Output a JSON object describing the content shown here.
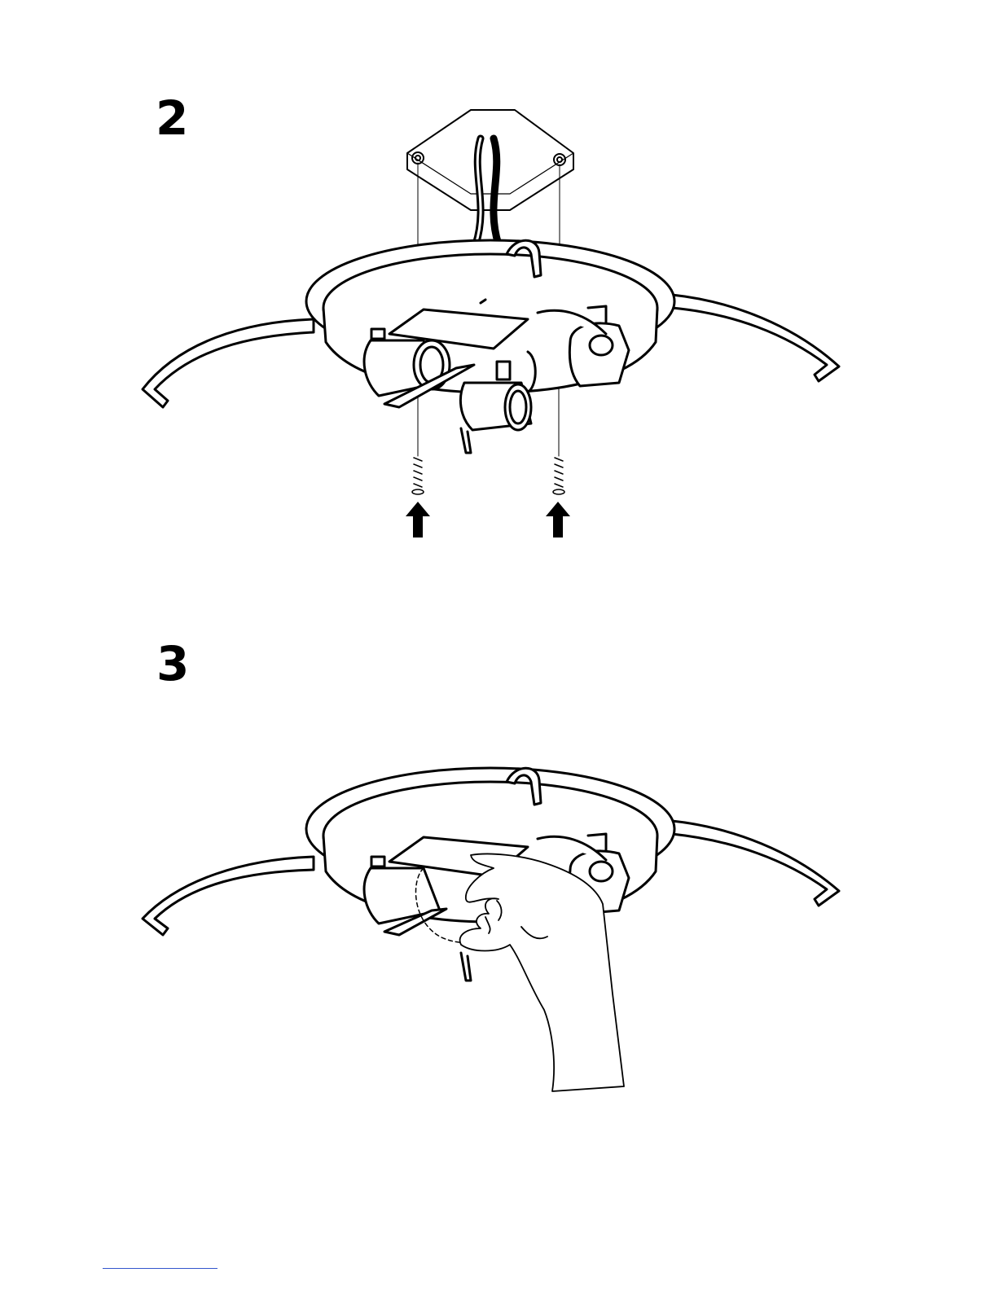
{
  "steps": [
    {
      "number": "2"
    },
    {
      "number": "3"
    }
  ],
  "colors": {
    "line": "#000000",
    "background": "#ffffff",
    "footer_rule": "#3355cc"
  },
  "icons": [
    "ceiling-mount-plate",
    "lamp-socket",
    "screw",
    "arrow-up",
    "hand"
  ]
}
